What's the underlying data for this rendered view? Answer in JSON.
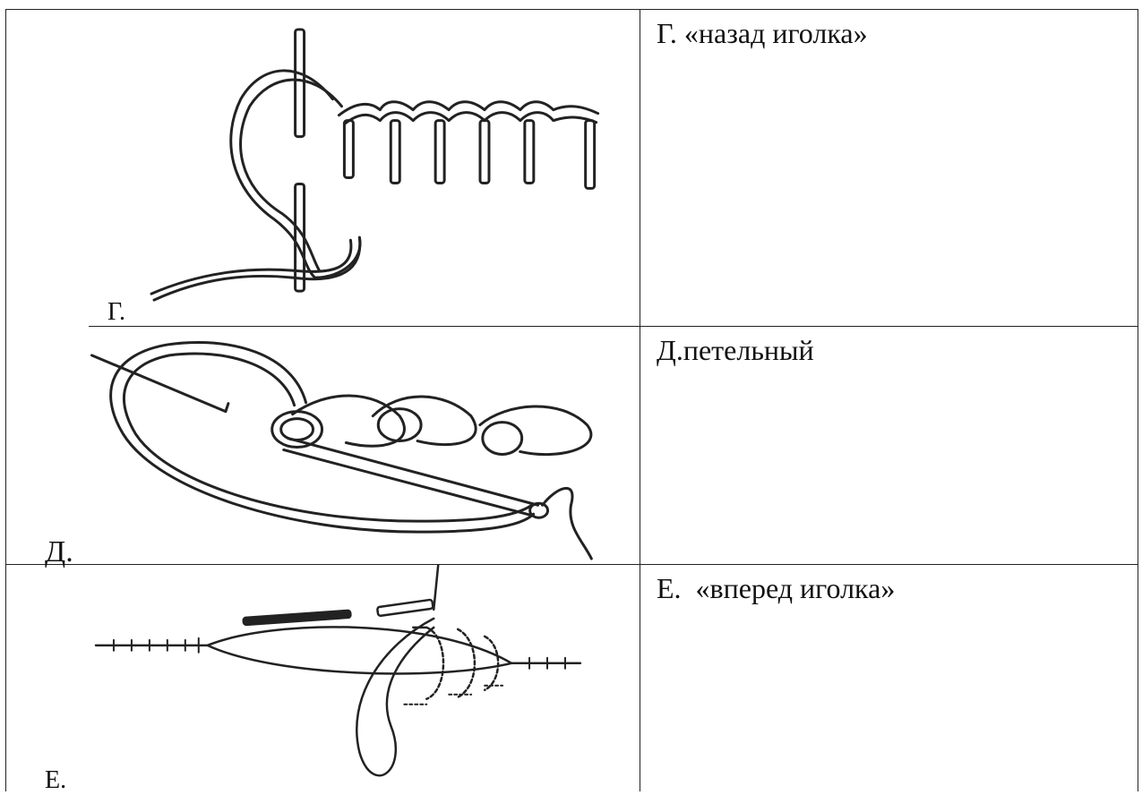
{
  "rows": [
    {
      "image_letter": "Г.",
      "image_icon": "chain-stitch-back-needle-illustration",
      "caption": "Г. «назад иголка»"
    },
    {
      "image_letter": "Д.",
      "image_icon": "buttonhole-loop-stitch-illustration",
      "caption": "Д.петельный"
    },
    {
      "image_letter": "Е.",
      "image_icon": "forward-needle-running-stitch-illustration",
      "caption": "Е.  «вперед иголка»"
    }
  ],
  "colors": {
    "line": "#222222",
    "background": "#ffffff"
  }
}
